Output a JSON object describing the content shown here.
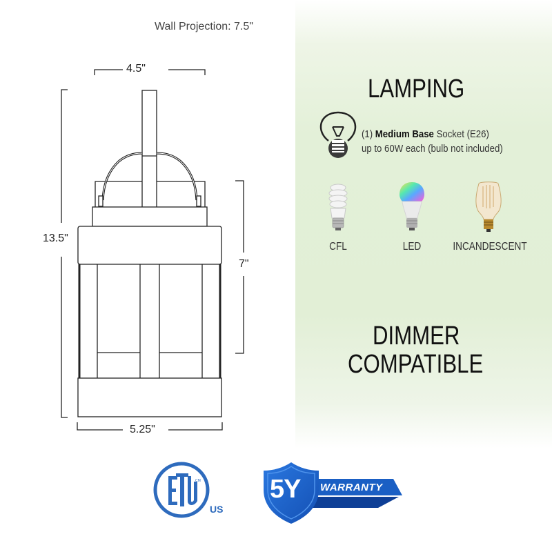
{
  "dimensions": {
    "wall_projection": "Wall Projection: 7.5\"",
    "top_width": "4.5\"",
    "overall_height": "13.5\"",
    "body_height": "7\"",
    "bottom_width": "5.25\""
  },
  "lamping": {
    "title": "LAMPING",
    "socket_prefix": "(1) ",
    "socket_bold": "Medium Base",
    "socket_suffix": " Socket (E26)",
    "wattage": "up to 60W each (bulb not included)",
    "bulb_types": [
      {
        "label": "CFL",
        "icon": "cfl-bulb-icon"
      },
      {
        "label": "LED",
        "icon": "led-bulb-icon"
      },
      {
        "label": "INCANDESCENT",
        "icon": "incandescent-bulb-icon"
      }
    ]
  },
  "dimmer": {
    "line1": "DIMMER",
    "line2": "COMPATIBLE"
  },
  "badges": {
    "etl": {
      "letters": "ETL",
      "cm": "CM",
      "us": "US",
      "color": "#2e6bbd"
    },
    "warranty": {
      "years": "5Y",
      "label": "WARRANTY",
      "color": "#1a5fc4"
    }
  },
  "colors": {
    "panel_green": "#e2efd6",
    "line": "#222222"
  }
}
